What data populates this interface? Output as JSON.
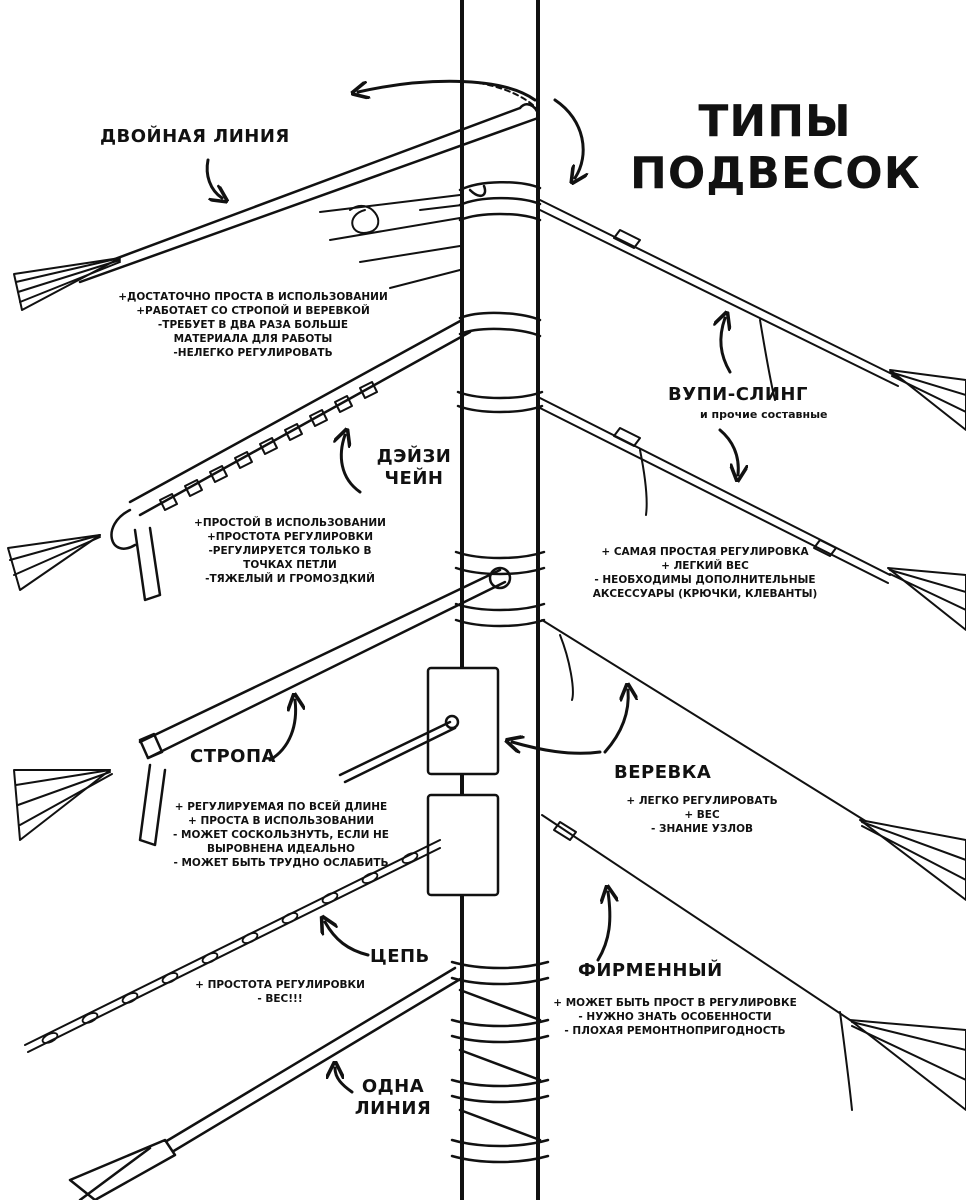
{
  "title": [
    "ТИПЫ",
    "ПОДВЕСОК"
  ],
  "suspensions": [
    {
      "name": [
        "ДВОЙНАЯ ЛИНИЯ"
      ],
      "notes": [
        "+ДОСТАТОЧНО ПРОСТА В ИСПОЛЬЗОВАНИИ",
        "+РАБОТАЕТ СО СТРОПОЙ И ВЕРЕВКОЙ",
        "-ТРЕБУЕТ В ДВА РАЗА БОЛЬШЕ",
        "МАТЕРИАЛА ДЛЯ РАБОТЫ",
        "-НЕЛЕГКО РЕГУЛИРОВАТЬ"
      ]
    },
    {
      "name": [
        "ВУПИ-СЛИНГ"
      ],
      "subtitle": "и прочие составные",
      "notes": [
        "+ САМАЯ ПРОСТАЯ РЕГУЛИРОВКА",
        "+ ЛЕГКИЙ ВЕС",
        "- НЕОБХОДИМЫ ДОПОЛНИТЕЛЬНЫЕ",
        "АКСЕССУАРЫ (КРЮЧКИ, КЛЕВАНТЫ)"
      ]
    },
    {
      "name": [
        "ДЭЙЗИ",
        "ЧЕЙН"
      ],
      "notes": [
        "+ПРОСТОЙ В ИСПОЛЬЗОВАНИИ",
        "+ПРОСТОТА РЕГУЛИРОВКИ",
        "-РЕГУЛИРУЕТСЯ ТОЛЬКО В",
        "ТОЧКАХ ПЕТЛИ",
        "-ТЯЖЕЛЫЙ И ГРОМОЗДКИЙ"
      ]
    },
    {
      "name": [
        "СТРОПА"
      ],
      "notes": [
        "+ РЕГУЛИРУЕМАЯ ПО ВСЕЙ ДЛИНЕ",
        "+ ПРОСТА В ИСПОЛЬЗОВАНИИ",
        "- МОЖЕТ СОСКОЛЬЗНУТЬ, ЕСЛИ НЕ",
        "ВЫРОВНЕНА ИДЕАЛЬНО",
        "- МОЖЕТ БЫТЬ ТРУДНО ОСЛАБИТЬ"
      ]
    },
    {
      "name": [
        "ВЕРЕВКА"
      ],
      "notes": [
        "+ ЛЕГКО РЕГУЛИРОВАТЬ",
        "+ ВЕС",
        "- ЗНАНИЕ УЗЛОВ"
      ]
    },
    {
      "name": [
        "ЦЕПЬ"
      ],
      "notes": [
        "+ ПРОСТОТА РЕГУЛИРОВКИ",
        "- ВЕС!!!"
      ]
    },
    {
      "name": [
        "ФИРМЕННЫЙ"
      ],
      "notes": [
        "+ МОЖЕТ БЫТЬ ПРОСТ В РЕГУЛИРОВКЕ",
        "- НУЖНО ЗНАТЬ ОСОБЕННОСТИ",
        "- ПЛОХАЯ РЕМОНТНОПРИГОДНОСТЬ"
      ]
    },
    {
      "name": [
        "ОДНА",
        "ЛИНИЯ"
      ],
      "notes": []
    }
  ]
}
